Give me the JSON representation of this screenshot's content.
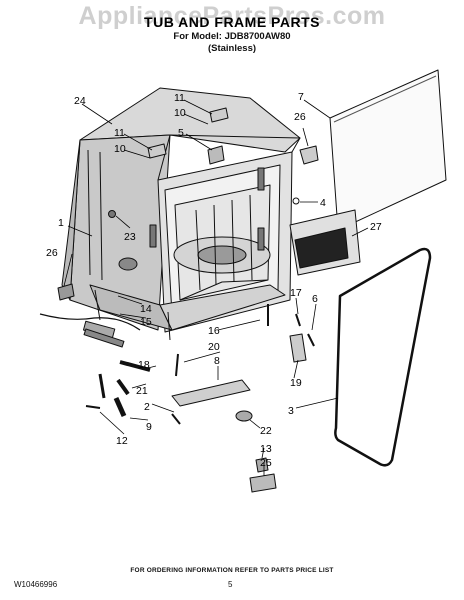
{
  "watermark": "AppliancePartsPros.com",
  "header": {
    "title": "TUB AND FRAME PARTS",
    "model": "For Model: JDB8700AW80",
    "finish": "(Stainless)"
  },
  "callouts": [
    "1",
    "2",
    "3",
    "4",
    "5",
    "6",
    "7",
    "8",
    "9",
    "10",
    "10",
    "11",
    "11",
    "12",
    "13",
    "14",
    "15",
    "16",
    "17",
    "18",
    "19",
    "20",
    "21",
    "22",
    "23",
    "24",
    "25",
    "26",
    "26",
    "27"
  ],
  "footer": {
    "note": "FOR ORDERING INFORMATION REFER TO PARTS PRICE LIST",
    "document_number": "W10466996",
    "page_number": "5"
  }
}
